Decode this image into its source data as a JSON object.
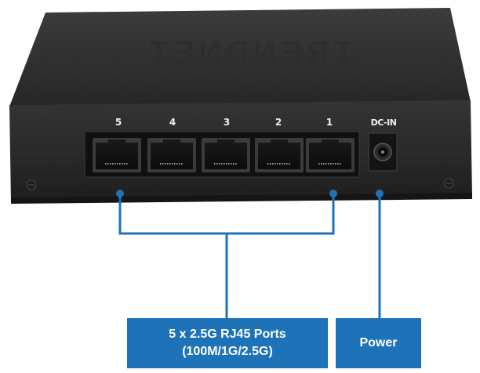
{
  "device": {
    "brand_text": "TRENDNET",
    "ports": [
      {
        "label": "5"
      },
      {
        "label": "4"
      },
      {
        "label": "3"
      },
      {
        "label": "2"
      },
      {
        "label": "1"
      }
    ],
    "power_jack_label": "DC-IN"
  },
  "callouts": {
    "ports_line1": "5 x 2.5G RJ45 Ports",
    "ports_line2": "(100M/1G/2.5G)",
    "power": "Power"
  },
  "colors": {
    "accent_blue": "#1e73b8",
    "chassis": "#2b2b2b"
  }
}
